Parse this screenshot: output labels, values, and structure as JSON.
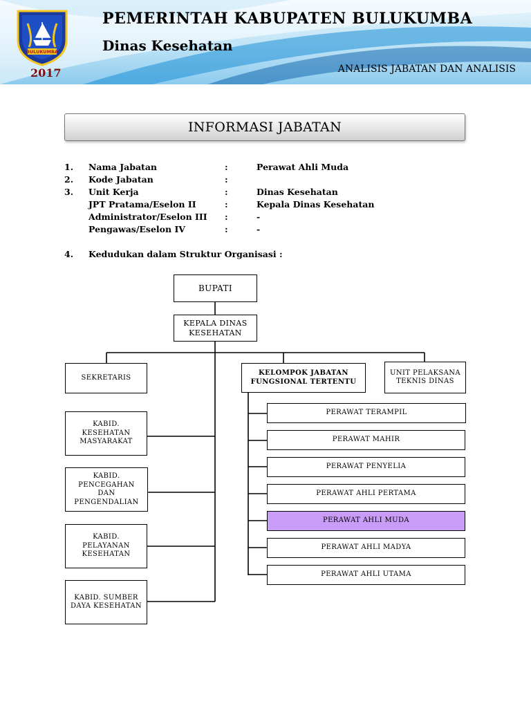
{
  "header": {
    "org_title": "PEMERINTAH KABUPATEN BULUKUMBA",
    "dept_title": "Dinas Kesehatan",
    "subtitle": "ANALISIS JABATAN DAN ANALISIS",
    "year": "2017",
    "logo_text": "BULUKUMBA"
  },
  "section_title": "INFORMASI JABATAN",
  "info": {
    "rows": [
      {
        "num": "1.",
        "label": "Nama Jabatan",
        "colon": ":",
        "value": "Perawat Ahli Muda"
      },
      {
        "num": "2.",
        "label": "Kode Jabatan",
        "colon": ":",
        "value": ""
      },
      {
        "num": "3.",
        "label": "Unit Kerja",
        "colon": ":",
        "value": "Dinas Kesehatan"
      },
      {
        "num": "",
        "label": "JPT Pratama/Eselon II",
        "colon": ":",
        "value": "Kepala Dinas Kesehatan"
      },
      {
        "num": "",
        "label": "Administrator/Eselon III",
        "colon": ":",
        "value": "-"
      },
      {
        "num": "",
        "label": "Pengawas/Eselon IV",
        "colon": ":",
        "value": "-"
      }
    ],
    "item4": {
      "num": "4.",
      "label": "Kedudukan dalam Struktur Organisasi  :"
    }
  },
  "org_chart": {
    "bupati": "BUPATI",
    "kepala_dinas": "KEPALA DINAS KESEHATAN",
    "sekretaris": "SEKRETARIS",
    "kelompok": "KELOMPOK JABATAN FUNGSIONAL TERTENTU",
    "upt": "UNIT PELAKSANA TEKNIS DINAS",
    "kabid": [
      "KABID. KESEHATAN MASYARAKAT",
      "KABID. PENCEGAHAN DAN PENGENDALIAN",
      "KABID. PELAYANAN KESEHATAN",
      "KABID. SUMBER DAYA KESEHATAN"
    ],
    "perawat": [
      "PERAWAT TERAMPIL",
      "PERAWAT MAHIR",
      "PERAWAT PENYELIA",
      "PERAWAT  AHLI PERTAMA",
      "PERAWAT  AHLI MUDA",
      "PERAWAT  AHLI MADYA",
      "PERAWAT AHLI UTAMA"
    ],
    "highlight_color": "#c89cf7"
  }
}
